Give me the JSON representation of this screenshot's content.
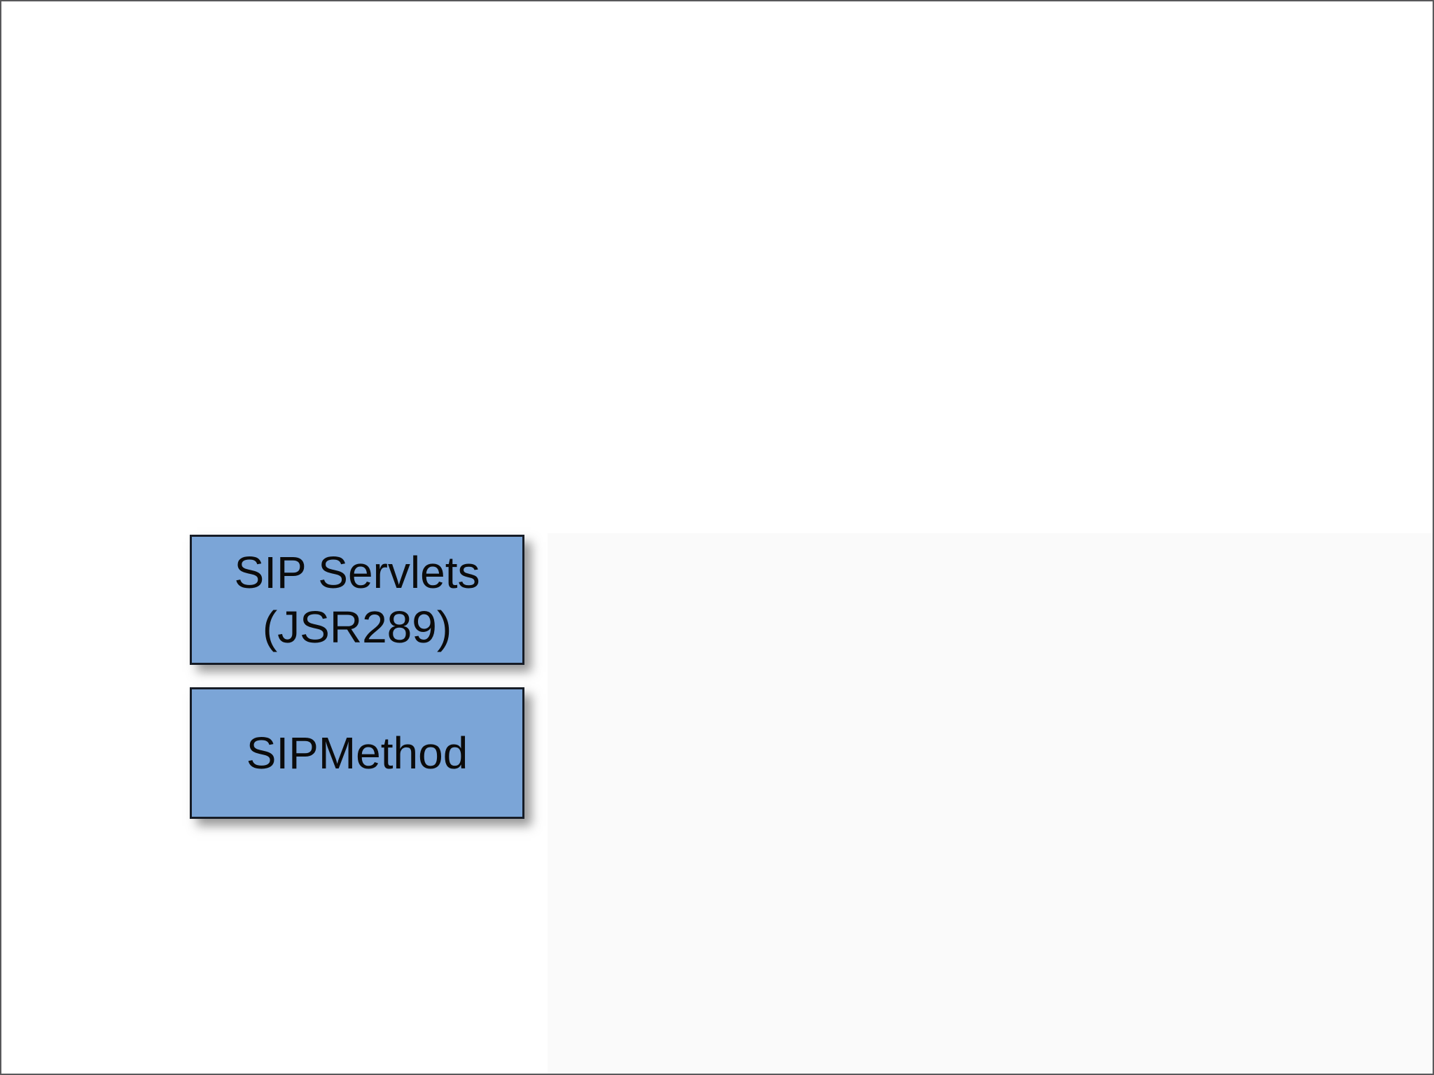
{
  "page": {
    "background_color": "#ffffff",
    "frame_border_color": "#59595b",
    "right_region_tint_color": "#fafafa"
  },
  "diagram": {
    "nodes": [
      {
        "name": "sip-servlets-jsr289",
        "lines": [
          "SIP Servlets",
          "(JSR289)"
        ],
        "fill_color": "#7BA5D7",
        "border_color": "#161C26",
        "text_color": "#0B0B0B"
      },
      {
        "name": "sipmethod",
        "lines": [
          "SIPMethod"
        ],
        "fill_color": "#7BA5D7",
        "border_color": "#161C26",
        "text_color": "#0B0B0B"
      }
    ]
  }
}
